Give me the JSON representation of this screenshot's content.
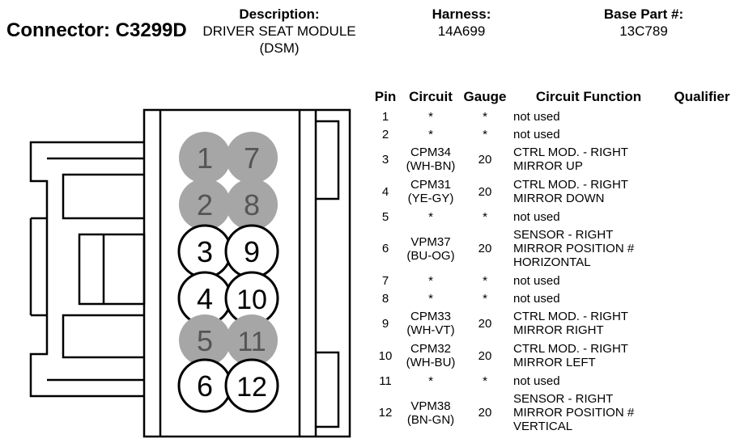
{
  "header": {
    "connector": "Connector: C3299D",
    "description_label": "Description:",
    "description_line1": "DRIVER SEAT MODULE",
    "description_line2": "(DSM)",
    "harness_label": "Harness:",
    "harness_value": "14A699",
    "base_label": "Base Part #:",
    "base_value": "13C789"
  },
  "colors": {
    "unused_pin": "#a6a6a6",
    "used_pin": "#ffffff",
    "outline": "#000000"
  },
  "table": {
    "headers": {
      "pin": "Pin",
      "circuit": "Circuit",
      "gauge": "Gauge",
      "function": "Circuit Function",
      "qualifier": "Qualifier"
    },
    "rows": [
      {
        "pin": "1",
        "circuit1": "*",
        "circuit2": "",
        "gauge": "*",
        "f1": "not used",
        "f2": "",
        "f3": "",
        "qualifier": ""
      },
      {
        "pin": "2",
        "circuit1": "*",
        "circuit2": "",
        "gauge": "*",
        "f1": "not used",
        "f2": "",
        "f3": "",
        "qualifier": ""
      },
      {
        "pin": "3",
        "circuit1": "CPM34",
        "circuit2": "(WH-BN)",
        "gauge": "20",
        "f1": "CTRL MOD. - RIGHT",
        "f2": "MIRROR UP",
        "f3": "",
        "qualifier": ""
      },
      {
        "pin": "4",
        "circuit1": "CPM31",
        "circuit2": "(YE-GY)",
        "gauge": "20",
        "f1": "CTRL MOD. - RIGHT",
        "f2": "MIRROR DOWN",
        "f3": "",
        "qualifier": ""
      },
      {
        "pin": "5",
        "circuit1": "*",
        "circuit2": "",
        "gauge": "*",
        "f1": "not used",
        "f2": "",
        "f3": "",
        "qualifier": ""
      },
      {
        "pin": "6",
        "circuit1": "VPM37",
        "circuit2": "(BU-OG)",
        "gauge": "20",
        "f1": "SENSOR - RIGHT",
        "f2": "MIRROR POSITION #",
        "f3": "HORIZONTAL",
        "qualifier": ""
      },
      {
        "pin": "7",
        "circuit1": "*",
        "circuit2": "",
        "gauge": "*",
        "f1": "not used",
        "f2": "",
        "f3": "",
        "qualifier": ""
      },
      {
        "pin": "8",
        "circuit1": "*",
        "circuit2": "",
        "gauge": "*",
        "f1": "not used",
        "f2": "",
        "f3": "",
        "qualifier": ""
      },
      {
        "pin": "9",
        "circuit1": "CPM33",
        "circuit2": "(WH-VT)",
        "gauge": "20",
        "f1": "CTRL MOD. - RIGHT",
        "f2": "MIRROR RIGHT",
        "f3": "",
        "qualifier": ""
      },
      {
        "pin": "10",
        "circuit1": "CPM32",
        "circuit2": "(WH-BU)",
        "gauge": "20",
        "f1": "CTRL MOD. - RIGHT",
        "f2": "MIRROR LEFT",
        "f3": "",
        "qualifier": ""
      },
      {
        "pin": "11",
        "circuit1": "*",
        "circuit2": "",
        "gauge": "*",
        "f1": "not used",
        "f2": "",
        "f3": "",
        "qualifier": ""
      },
      {
        "pin": "12",
        "circuit1": "VPM38",
        "circuit2": "(BN-GN)",
        "gauge": "20",
        "f1": "SENSOR - RIGHT",
        "f2": "MIRROR POSITION #",
        "f3": "VERTICAL",
        "qualifier": ""
      }
    ]
  },
  "pins": [
    {
      "label": "1",
      "used": false
    },
    {
      "label": "7",
      "used": false
    },
    {
      "label": "2",
      "used": false
    },
    {
      "label": "8",
      "used": false
    },
    {
      "label": "3",
      "used": true
    },
    {
      "label": "9",
      "used": true
    },
    {
      "label": "4",
      "used": true
    },
    {
      "label": "10",
      "used": true
    },
    {
      "label": "5",
      "used": false
    },
    {
      "label": "11",
      "used": false
    },
    {
      "label": "6",
      "used": true
    },
    {
      "label": "12",
      "used": true
    }
  ]
}
